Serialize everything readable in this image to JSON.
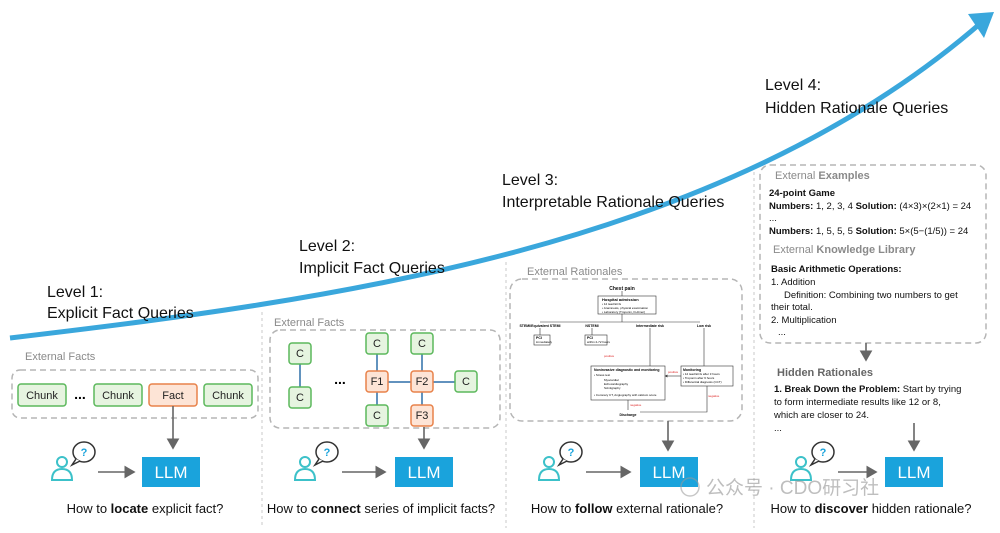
{
  "levels": [
    {
      "number": "Level 1:",
      "title": "Explicit Fact Queries",
      "section": "External Facts",
      "question_pre": "How to ",
      "question_bold": "locate",
      "question_post": " explicit fact?"
    },
    {
      "number": "Level 2:",
      "title": "Implicit Fact Queries",
      "section": "External Facts",
      "question_pre": "How to ",
      "question_bold": "connect",
      "question_post": " series of implicit facts?"
    },
    {
      "number": "Level 3:",
      "title": "Interpretable Rationale Queries",
      "section": "External Rationales",
      "question_pre": "How to ",
      "question_bold": "follow",
      "question_post": " external rationale?"
    },
    {
      "number": "Level 4:",
      "title": "Hidden Rationale Queries",
      "question_pre": "How to ",
      "question_bold": "discover",
      "question_post": " hidden rationale?"
    }
  ],
  "llm_label": "LLM",
  "level1": {
    "chunks": [
      "Chunk",
      "Chunk",
      "Fact",
      "Chunk"
    ],
    "ellipsis": "..."
  },
  "level2": {
    "nodes": [
      "C",
      "C",
      "C",
      "C",
      "F1",
      "F2",
      "C",
      "C",
      "F3"
    ],
    "ellipsis": "..."
  },
  "level3": {
    "flow": {
      "root": "Chest pain",
      "hospital": "Hospital admission",
      "hospital_lines": [
        "• 12 lead ECG",
        "• Anamnesis, physical examination",
        "• Laboratory (Troponin, D-dimer)"
      ],
      "branches": [
        "STEMI/Equivalent STEMI",
        "NSTEMI",
        "Intermediate risk",
        "Low risk"
      ],
      "pci1": "PCI",
      "pci1_sub": "immediately",
      "pci2": "PCI",
      "pci2_sub": "within 2-72 hours",
      "pos1": "positive",
      "diag_title": "Noninvasive diagnostic and monitoring",
      "diag_lines": [
        "• Stress test",
        "Myocardial",
        "Echocardiography",
        "Scintigraphy",
        "• Coronary CT, Angiography with calcium score"
      ],
      "monitor_title": "Monitoring",
      "monitor_lines": [
        "• 12 lead ECG after 3 hours",
        "• Troponin after 6 hours",
        "• Differential diagnosis (CCT)"
      ],
      "pos2": "positive",
      "neg1": "negative",
      "neg2": "negative",
      "discharge": "Discharge"
    }
  },
  "level4": {
    "examples_pre": "External ",
    "examples_bold": "Examples",
    "game_title": "24-point Game",
    "ex1_label": "Numbers:",
    "ex1_nums": " 1, 2, 3, 4 ",
    "ex1_sol_label": "Solution:",
    "ex1_sol": " (4×3)×(2×1) = 24",
    "dots1": "...",
    "ex2_label": "Numbers:",
    "ex2_nums": " 1, 5, 5, 5 ",
    "ex2_sol_label": "Solution:",
    "ex2_sol": " 5×(5−(1/5)) = 24",
    "library_pre": "External ",
    "library_bold": "Knowledge Library",
    "ops_title": "Basic Arithmetic Operations:",
    "op1": "1. Addition",
    "op1_def_1": "Definition: Combining two numbers to get",
    "op1_def_2": "their total.",
    "op2": "2. Multiplication",
    "dots2": "...",
    "hidden_title": "Hidden Rationales",
    "hidden_item_bold": "1. Break Down the Problem:",
    "hidden_item_1": " Start by trying",
    "hidden_item_2": "to form intermediate results like 12 or 8,",
    "hidden_item_3": "which are closer to 24.",
    "dots3": "..."
  },
  "watermark": "公众号 · CDO研习社",
  "colors": {
    "curve": "#3aa7dc",
    "llm": "#1aa3dc",
    "chunk": "#5cb85c",
    "fact": "#e8824a",
    "user_icon": "#3cc1c9"
  }
}
